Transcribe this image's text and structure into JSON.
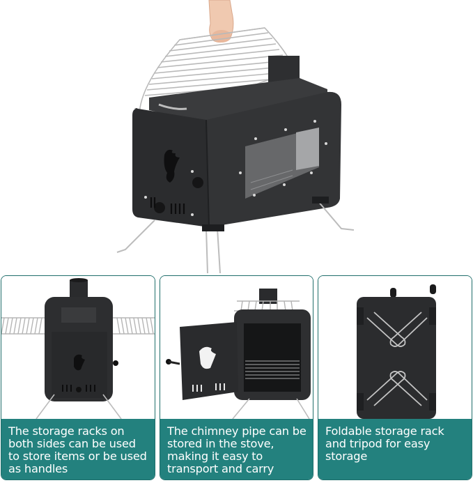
{
  "hero": {
    "subject": "portable camping wood stove carried by its top grill rack handle",
    "icons": [
      "hand-icon",
      "grill-rack-icon",
      "stove-body-icon",
      "flame-logo-icon",
      "glass-window-icon",
      "tripod-legs-icon"
    ]
  },
  "panels": [
    {
      "caption": "The storage racks on both sides can be used to store items or be used as handles",
      "image": "stove front view with side racks extended"
    },
    {
      "caption": "The chimney pipe can be stored in the stove, making it easy to transport and carry",
      "image": "stove with door open showing chimney storage"
    },
    {
      "caption": "Foldable storage rack and tripod for easy storage",
      "image": "stove side with folded legs and racks"
    }
  ],
  "colors": {
    "caption_bg": "#23817e",
    "panel_border": "#1f6e6b",
    "stove_body": "#2b2c2e",
    "steel": "#c8c8c8"
  }
}
